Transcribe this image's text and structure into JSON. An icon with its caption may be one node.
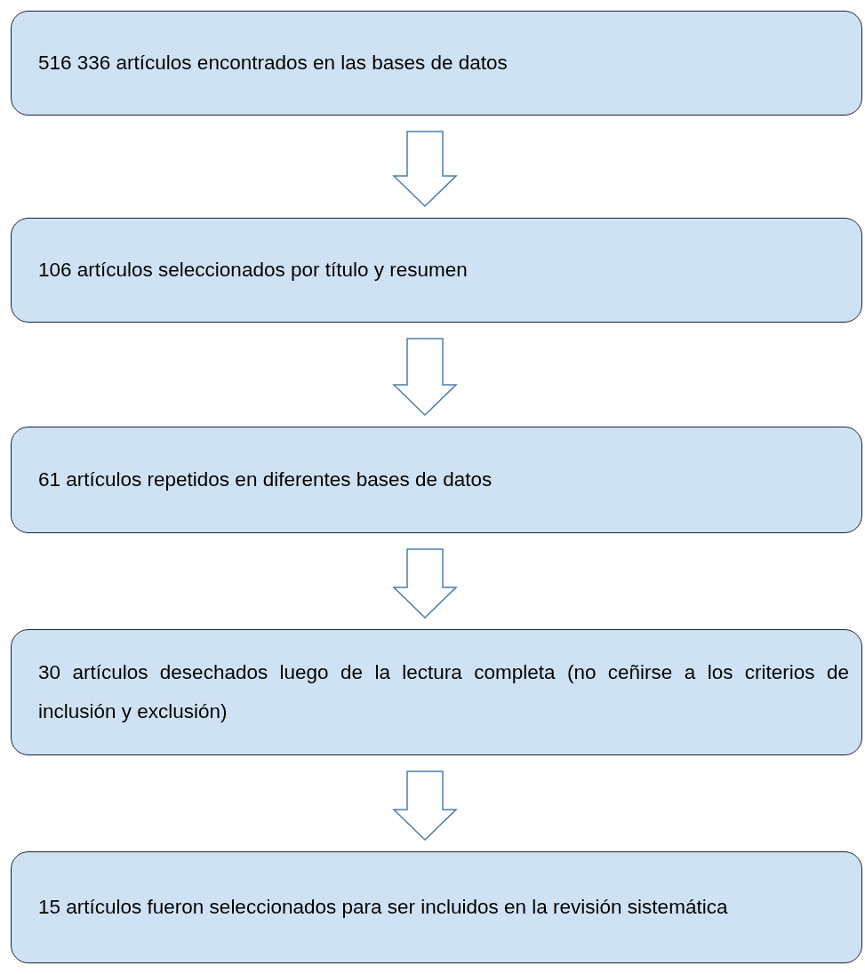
{
  "diagram": {
    "nodes": [
      {
        "text": [
          "516 336 artículos encontrados en las bases de datos"
        ]
      },
      {
        "text": [
          "106 artículos seleccionados por título y resumen"
        ]
      },
      {
        "text": [
          "61 artículos repetidos en diferentes bases de datos"
        ]
      },
      {
        "text": [
          "30 artículos desechados luego de la lectura completa (no ceñirse a los criterios de inclusión y exclusión)"
        ]
      },
      {
        "text": [
          "15 artículos fueron seleccionados para ser incluidos en la revisión sistemática"
        ]
      }
    ],
    "edges": [
      {
        "from": 0,
        "to": 1,
        "arrow": "to"
      },
      {
        "from": 1,
        "to": 2,
        "arrow": "to"
      },
      {
        "from": 2,
        "to": 3,
        "arrow": "to"
      },
      {
        "from": 3,
        "to": 4,
        "arrow": "to"
      }
    ]
  }
}
